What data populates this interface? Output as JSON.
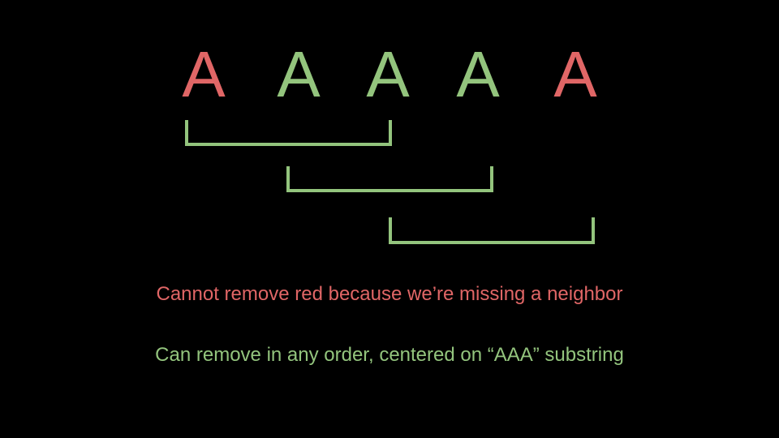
{
  "letters": [
    {
      "text": "A",
      "state": "red"
    },
    {
      "text": "A",
      "state": "green"
    },
    {
      "text": "A",
      "state": "green"
    },
    {
      "text": "A",
      "state": "green"
    },
    {
      "text": "A",
      "state": "red"
    }
  ],
  "brackets": [
    {
      "from_index": 0,
      "to_index": 2
    },
    {
      "from_index": 1,
      "to_index": 3
    },
    {
      "from_index": 2,
      "to_index": 4
    }
  ],
  "captions": {
    "red_note": "Cannot remove red because we’re missing a neighbor",
    "green_note": "Can remove in any order, centered on “AAA” substring"
  },
  "colors": {
    "background": "#000000",
    "red": "#e06666",
    "green": "#93c47d"
  }
}
